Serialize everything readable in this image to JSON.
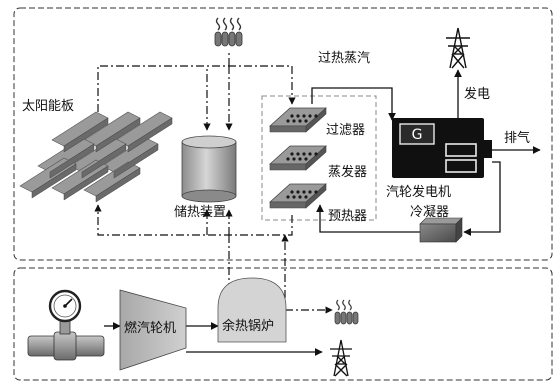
{
  "labels": {
    "solar_panel": "太阳能板",
    "heat_storage": "储热装置",
    "superheated_steam": "过热蒸汽",
    "filter": "过滤器",
    "evaporator": "蒸发器",
    "preheater": "预热器",
    "steam_generator": "汽轮发电机",
    "generator_letter": "G",
    "power_gen": "发电",
    "exhaust": "排气",
    "condenser": "冷凝器",
    "gas_turbine": "燃汽轮机",
    "waste_heat_boiler": "余热锅炉"
  },
  "icons": {
    "heat_top": "heat-waves-icon",
    "heat_bottom": "heat-waves-icon",
    "tower_top": "power-tower-icon",
    "tower_bottom": "power-tower-icon",
    "gauge": "pressure-gauge-icon"
  },
  "colors": {
    "panel_gray": "#8a8a8a",
    "generator_black": "#101010",
    "condenser_gray": "#6e6e6e",
    "turbine_gray": "#bdbdbd",
    "boiler_gray": "#d4d4d4"
  }
}
